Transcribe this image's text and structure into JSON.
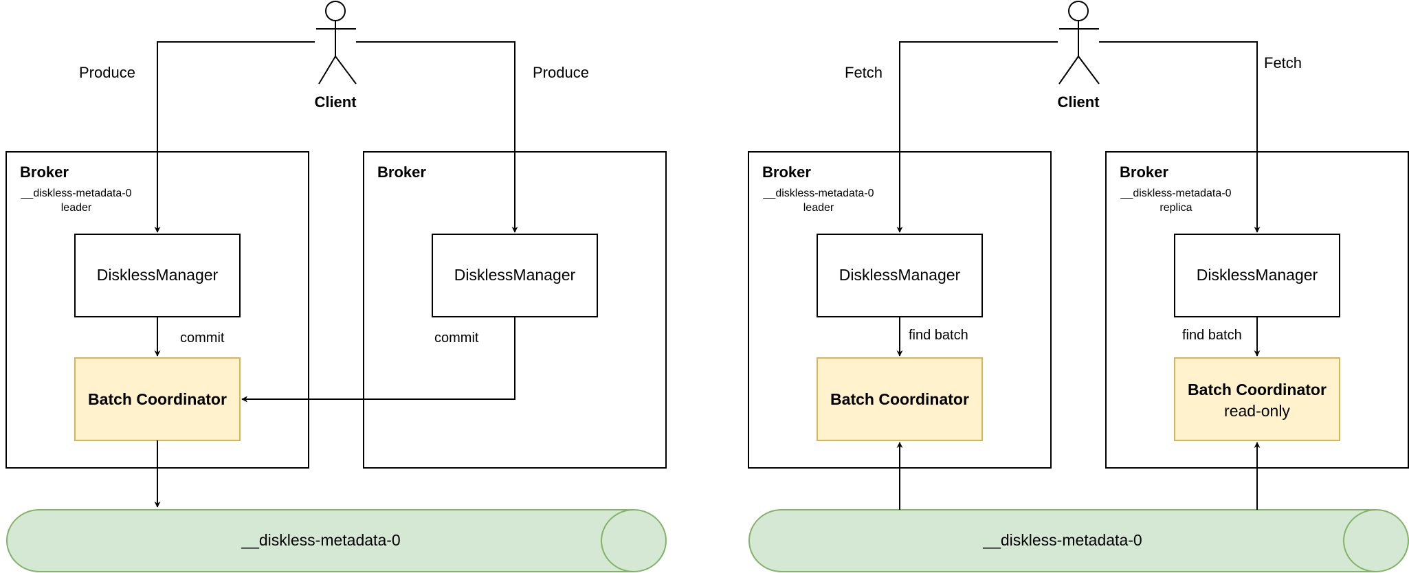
{
  "left": {
    "client_label": "Client",
    "edge_left_label": "Produce",
    "edge_right_label": "Produce",
    "broker_a": {
      "title": "Broker",
      "sub1": "__diskless-metadata-0",
      "sub2": "leader",
      "manager_label": "DisklessManager",
      "edge_label": "commit",
      "coordinator_label": "Batch Coordinator"
    },
    "broker_b": {
      "title": "Broker",
      "manager_label": "DisklessManager",
      "edge_label": "commit"
    },
    "topic_label": "__diskless-metadata-0"
  },
  "right": {
    "client_label": "Client",
    "edge_left_label": "Fetch",
    "edge_right_label": "Fetch",
    "broker_a": {
      "title": "Broker",
      "sub1": "__diskless-metadata-0",
      "sub2": "leader",
      "manager_label": "DisklessManager",
      "edge_label": "find batch",
      "coordinator_label": "Batch Coordinator"
    },
    "broker_b": {
      "title": "Broker",
      "sub1": "__diskless-metadata-0",
      "sub2": "replica",
      "manager_label": "DisklessManager",
      "edge_label": "find batch",
      "coordinator_label": "Batch Coordinator",
      "coordinator_sub": "read-only"
    },
    "topic_label": "__diskless-metadata-0"
  },
  "colors": {
    "coordinator_fill": "#fff2cc",
    "coordinator_stroke": "#d6b656",
    "topic_fill": "#d5e8d4",
    "topic_stroke": "#82b366",
    "line": "#000000"
  }
}
